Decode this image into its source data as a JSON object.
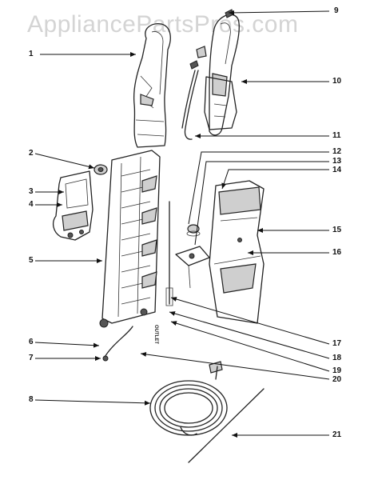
{
  "watermark": "AppliancePartsPros.com",
  "callouts": [
    "1",
    "2",
    "3",
    "4",
    "5",
    "6",
    "7",
    "8",
    "9",
    "10",
    "11",
    "12",
    "13",
    "14",
    "15",
    "16",
    "17",
    "18",
    "19",
    "20",
    "21"
  ],
  "stamp": "OUTLET"
}
